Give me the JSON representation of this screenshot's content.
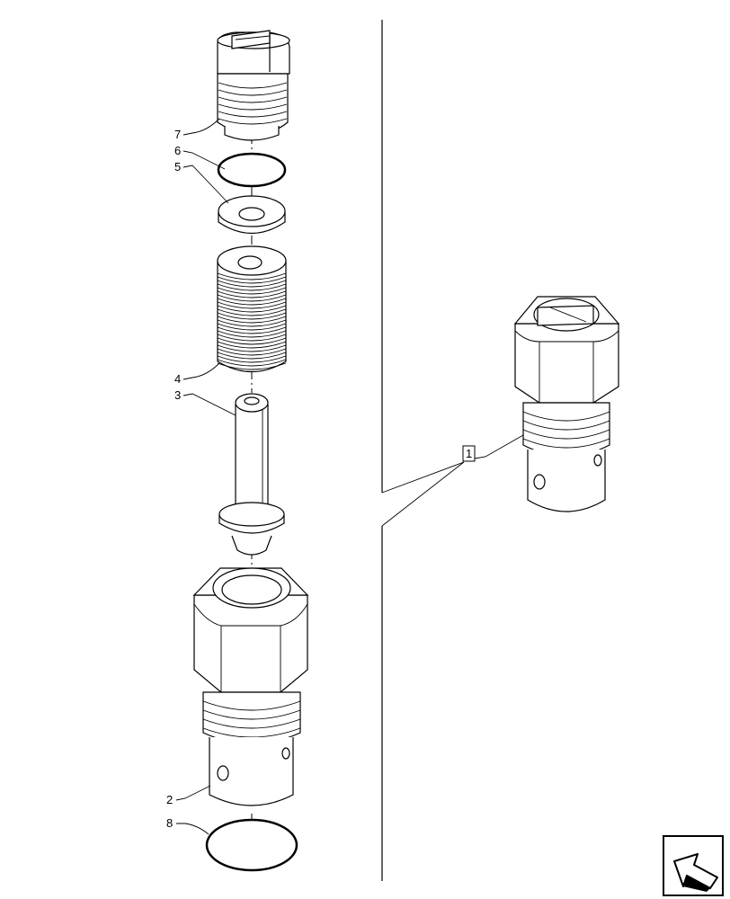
{
  "callouts": {
    "c7": "7",
    "c6": "6",
    "c5": "5",
    "c4": "4",
    "c3": "3",
    "c2": "2",
    "c8": "8",
    "c1": "1"
  },
  "icons": {
    "nav": "back-arrow-icon"
  }
}
